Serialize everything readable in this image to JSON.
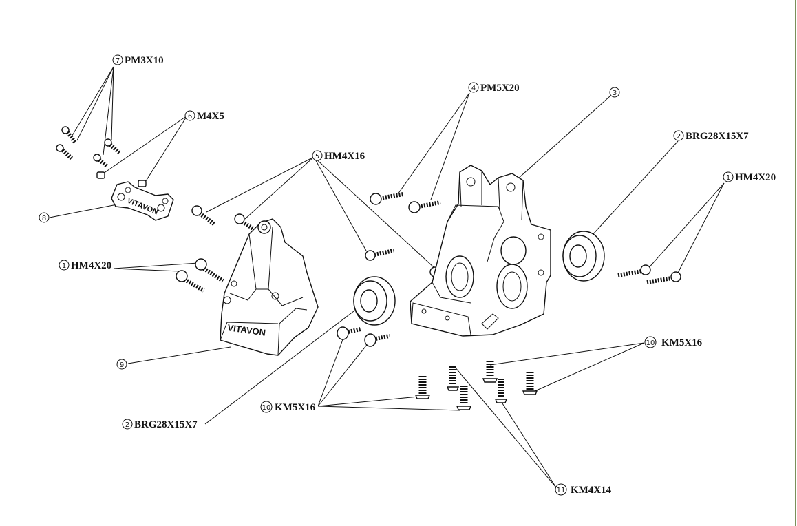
{
  "callouts": [
    {
      "id": "c7",
      "num": "7",
      "text": "PM3X10"
    },
    {
      "id": "c6",
      "num": "6",
      "text": "M4X5"
    },
    {
      "id": "c8",
      "num": "8",
      "text": ""
    },
    {
      "id": "c5",
      "num": "5",
      "text": "HM4X16"
    },
    {
      "id": "c4",
      "num": "4",
      "text": "PM5X20"
    },
    {
      "id": "c3",
      "num": "3",
      "text": ""
    },
    {
      "id": "c2a",
      "num": "2",
      "text": "BRG28X15X7"
    },
    {
      "id": "c1a",
      "num": "1",
      "text": "HM4X20"
    },
    {
      "id": "c1b",
      "num": "1",
      "text": "HM4X20"
    },
    {
      "id": "c9",
      "num": "9",
      "text": ""
    },
    {
      "id": "c10a",
      "num": "10",
      "text": "KM5X16"
    },
    {
      "id": "c10b",
      "num": "10",
      "text": "KM5X16"
    },
    {
      "id": "c2b",
      "num": "2",
      "text": "BRG28X15X7"
    },
    {
      "id": "c11",
      "num": "11",
      "text": "KM4X14"
    }
  ],
  "part_markings": {
    "brace_logo": "VITAVON",
    "bulkhead_logo": "VITAVON"
  }
}
